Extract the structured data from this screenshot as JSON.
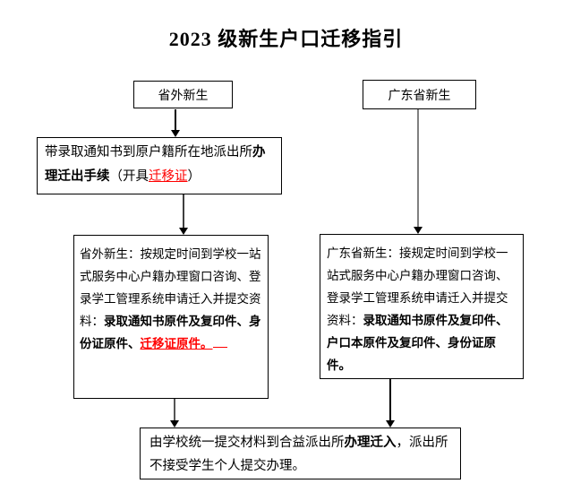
{
  "title": "2023 级新生户口迁移指引",
  "colors": {
    "text": "#000000",
    "highlight_red": "#ff0000",
    "box_border": "#000000",
    "connector_gray": "#808080",
    "background": "#ffffff"
  },
  "flowchart": {
    "top_left_box": {
      "label": "省外新生"
    },
    "top_right_box": {
      "label": "广东省新生"
    },
    "notice_box": {
      "text_normal_1": "带录取通知书到原户籍所在地派出所",
      "text_bold": "办理迁出手续",
      "text_normal_2": "（开具",
      "text_red_underline": "迁移证",
      "text_normal_3": "）"
    },
    "left_main_box": {
      "text_normal": "省外新生：按规定时间到学校一站式服务中心户籍办理窗口咨询、登录学工管理系统申请迁入并提交资料：",
      "text_bold": "录取通知书原件及复印件、身份证原件、",
      "text_bold_red_underline": "迁移证原件。"
    },
    "right_main_box": {
      "text_normal": "广东省新生：接规定时间到学校一站式服务中心户籍办理窗口咨询、登录学工管理系统申请迁入并提交资料：",
      "text_bold": "录取通知书原件及复印件、户口本原件及复印件、身份证原件。"
    },
    "bottom_box": {
      "text_normal_1": "由学校统一提交材料到合益派出所",
      "text_bold": "办理迁入",
      "text_normal_2": "，派出所不接受学生个人提交办理。"
    }
  }
}
